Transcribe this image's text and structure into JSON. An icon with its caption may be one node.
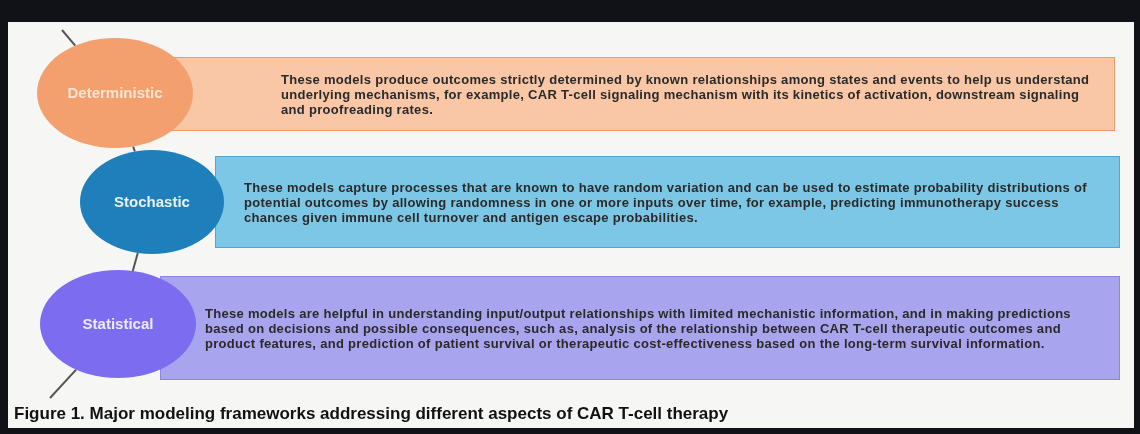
{
  "diagram": {
    "caption": "Figure 1. Major modeling frameworks addressing different aspects of CAR T-cell therapy",
    "nodes": [
      {
        "text": [
          "Deterministic"
        ]
      },
      {
        "text": [
          "These models produce outcomes strictly determined by known relationships among states and events to help us understand underlying mechanisms, for example, CAR T-cell signaling mechanism with its kinetics of activation, downstream signaling and proofreading rates."
        ]
      },
      {
        "text": [
          "Stochastic"
        ]
      },
      {
        "text": [
          "These models capture processes that are known to have random variation and can be used to estimate probability distributions of potential outcomes by allowing randomness in one or more inputs over time, for example, predicting immunotherapy success chances given immune cell turnover and antigen escape probabilities."
        ]
      },
      {
        "text": [
          "Statistical"
        ]
      },
      {
        "text": [
          "These models are helpful in understanding input/output relationships with limited mechanistic information, and in making predictions based on decisions and possible consequences, such as, analysis of the relationship between CAR T-cell therapeutic outcomes and product features, and prediction of patient survival or therapeutic cost-effectiveness based on the long-term survival information."
        ]
      }
    ],
    "edges": [
      {
        "from": null,
        "to": 0,
        "arrow": "none"
      },
      {
        "from": 0,
        "to": 2,
        "arrow": "none"
      },
      {
        "from": 2,
        "to": 4,
        "arrow": "none"
      },
      {
        "from": 4,
        "to": null,
        "arrow": "none"
      }
    ]
  }
}
